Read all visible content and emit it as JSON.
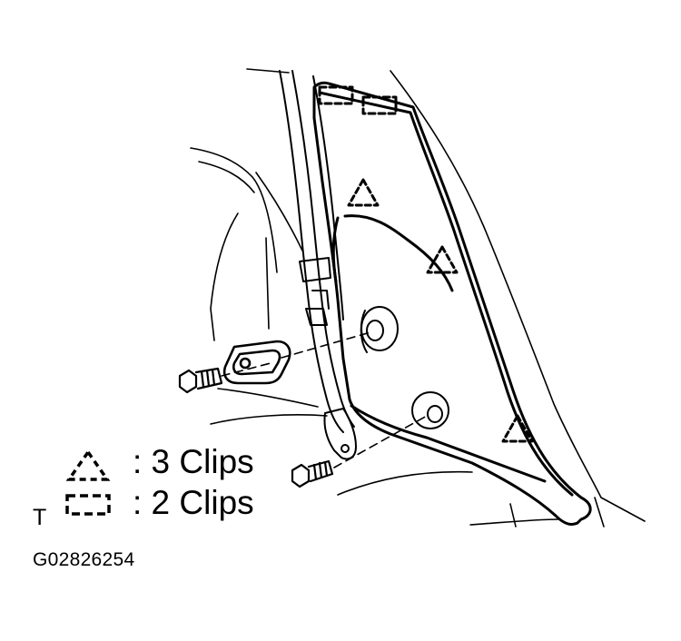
{
  "legend": {
    "clip_triangle_label": ": 3 Clips",
    "clip_rect_label": ": 2 Clips",
    "clip_triangle_icon": "dashed-triangle-icon",
    "clip_rect_icon": "dashed-rectangle-icon"
  },
  "figure": {
    "corner_mark": "T",
    "code": "G02826254"
  },
  "colors": {
    "ink": "#000000",
    "paper": "#ffffff"
  }
}
